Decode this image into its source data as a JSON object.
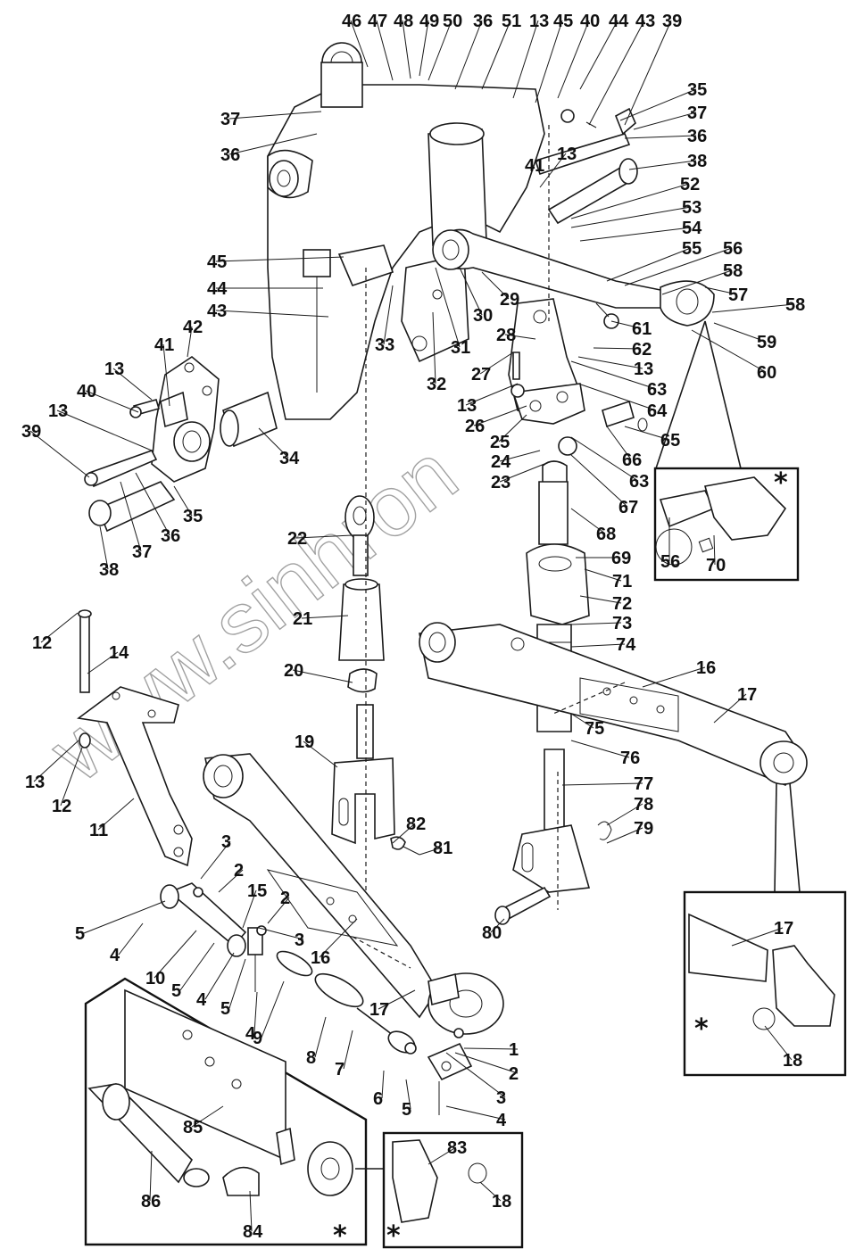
{
  "diagram": {
    "type": "exploded-parts-view",
    "subject": "Three-point hitch / rear linkage assembly",
    "watermark": "www.sinhron",
    "inset_marker": "*",
    "callouts": [
      {
        "id": "c46",
        "label": "46"
      },
      {
        "id": "c47",
        "label": "47"
      },
      {
        "id": "c48",
        "label": "48"
      },
      {
        "id": "c49",
        "label": "49"
      },
      {
        "id": "c50",
        "label": "50"
      },
      {
        "id": "c36a",
        "label": "36"
      },
      {
        "id": "c51",
        "label": "51"
      },
      {
        "id": "c13a",
        "label": "13"
      },
      {
        "id": "c45a",
        "label": "45"
      },
      {
        "id": "c40a",
        "label": "40"
      },
      {
        "id": "c44a",
        "label": "44"
      },
      {
        "id": "c43a",
        "label": "43"
      },
      {
        "id": "c39a",
        "label": "39"
      },
      {
        "id": "c35a",
        "label": "35"
      },
      {
        "id": "c37a",
        "label": "37"
      },
      {
        "id": "c36b",
        "label": "36"
      },
      {
        "id": "c38a",
        "label": "38"
      },
      {
        "id": "c52",
        "label": "52"
      },
      {
        "id": "c53",
        "label": "53"
      },
      {
        "id": "c54",
        "label": "54"
      },
      {
        "id": "c55",
        "label": "55"
      },
      {
        "id": "c56a",
        "label": "56"
      },
      {
        "id": "c58a",
        "label": "58"
      },
      {
        "id": "c57",
        "label": "57"
      },
      {
        "id": "c58b",
        "label": "58"
      },
      {
        "id": "c59",
        "label": "59"
      },
      {
        "id": "c60",
        "label": "60"
      },
      {
        "id": "c37b",
        "label": "37"
      },
      {
        "id": "c36c",
        "label": "36"
      },
      {
        "id": "c41a",
        "label": "41"
      },
      {
        "id": "c13b",
        "label": "13"
      },
      {
        "id": "c45b",
        "label": "45"
      },
      {
        "id": "c44b",
        "label": "44"
      },
      {
        "id": "c43b",
        "label": "43"
      },
      {
        "id": "c33",
        "label": "33"
      },
      {
        "id": "c32",
        "label": "32"
      },
      {
        "id": "c31",
        "label": "31"
      },
      {
        "id": "c30",
        "label": "30"
      },
      {
        "id": "c29",
        "label": "29"
      },
      {
        "id": "c28",
        "label": "28"
      },
      {
        "id": "c27",
        "label": "27"
      },
      {
        "id": "c13c",
        "label": "13"
      },
      {
        "id": "c26",
        "label": "26"
      },
      {
        "id": "c25",
        "label": "25"
      },
      {
        "id": "c24",
        "label": "24"
      },
      {
        "id": "c23",
        "label": "23"
      },
      {
        "id": "c61",
        "label": "61"
      },
      {
        "id": "c62",
        "label": "62"
      },
      {
        "id": "c13d",
        "label": "13"
      },
      {
        "id": "c63a",
        "label": "63"
      },
      {
        "id": "c64",
        "label": "64"
      },
      {
        "id": "c65",
        "label": "65"
      },
      {
        "id": "c66",
        "label": "66"
      },
      {
        "id": "c63b",
        "label": "63"
      },
      {
        "id": "c67",
        "label": "67"
      },
      {
        "id": "c68",
        "label": "68"
      },
      {
        "id": "c69",
        "label": "69"
      },
      {
        "id": "c71",
        "label": "71"
      },
      {
        "id": "c72",
        "label": "72"
      },
      {
        "id": "c73",
        "label": "73"
      },
      {
        "id": "c74",
        "label": "74"
      },
      {
        "id": "c75",
        "label": "75"
      },
      {
        "id": "c76",
        "label": "76"
      },
      {
        "id": "c77",
        "label": "77"
      },
      {
        "id": "c78",
        "label": "78"
      },
      {
        "id": "c79",
        "label": "79"
      },
      {
        "id": "c80",
        "label": "80"
      },
      {
        "id": "c16a",
        "label": "16"
      },
      {
        "id": "c17a",
        "label": "17"
      },
      {
        "id": "c42",
        "label": "42"
      },
      {
        "id": "c41b",
        "label": "41"
      },
      {
        "id": "c13e",
        "label": "13"
      },
      {
        "id": "c40b",
        "label": "40"
      },
      {
        "id": "c13f",
        "label": "13"
      },
      {
        "id": "c39b",
        "label": "39"
      },
      {
        "id": "c34",
        "label": "34"
      },
      {
        "id": "c35b",
        "label": "35"
      },
      {
        "id": "c36d",
        "label": "36"
      },
      {
        "id": "c37c",
        "label": "37"
      },
      {
        "id": "c38b",
        "label": "38"
      },
      {
        "id": "c22",
        "label": "22"
      },
      {
        "id": "c21",
        "label": "21"
      },
      {
        "id": "c20",
        "label": "20"
      },
      {
        "id": "c19",
        "label": "19"
      },
      {
        "id": "c12a",
        "label": "12"
      },
      {
        "id": "c14",
        "label": "14"
      },
      {
        "id": "c13g",
        "label": "13"
      },
      {
        "id": "c12b",
        "label": "12"
      },
      {
        "id": "c11",
        "label": "11"
      },
      {
        "id": "c82",
        "label": "82"
      },
      {
        "id": "c81",
        "label": "81"
      },
      {
        "id": "c3a",
        "label": "3"
      },
      {
        "id": "c2a",
        "label": "2"
      },
      {
        "id": "c15",
        "label": "15"
      },
      {
        "id": "c2b",
        "label": "2"
      },
      {
        "id": "c3b",
        "label": "3"
      },
      {
        "id": "c5a",
        "label": "5"
      },
      {
        "id": "c4a",
        "label": "4"
      },
      {
        "id": "c10",
        "label": "10"
      },
      {
        "id": "c5b",
        "label": "5"
      },
      {
        "id": "c4b",
        "label": "4"
      },
      {
        "id": "c5c",
        "label": "5"
      },
      {
        "id": "c4c",
        "label": "4"
      },
      {
        "id": "c9",
        "label": "9"
      },
      {
        "id": "c16b",
        "label": "16"
      },
      {
        "id": "c17b",
        "label": "17"
      },
      {
        "id": "c8",
        "label": "8"
      },
      {
        "id": "c7",
        "label": "7"
      },
      {
        "id": "c6",
        "label": "6"
      },
      {
        "id": "c5d",
        "label": "5"
      },
      {
        "id": "c1",
        "label": "1"
      },
      {
        "id": "c2c",
        "label": "2"
      },
      {
        "id": "c3c",
        "label": "3"
      },
      {
        "id": "c4d",
        "label": "4"
      },
      {
        "id": "c85",
        "label": "85"
      },
      {
        "id": "c86",
        "label": "86"
      },
      {
        "id": "c84",
        "label": "84"
      },
      {
        "id": "c83",
        "label": "83"
      },
      {
        "id": "c18a",
        "label": "18"
      },
      {
        "id": "c56b",
        "label": "56"
      },
      {
        "id": "c70",
        "label": "70"
      },
      {
        "id": "c17c",
        "label": "17"
      },
      {
        "id": "c18b",
        "label": "18"
      }
    ]
  }
}
